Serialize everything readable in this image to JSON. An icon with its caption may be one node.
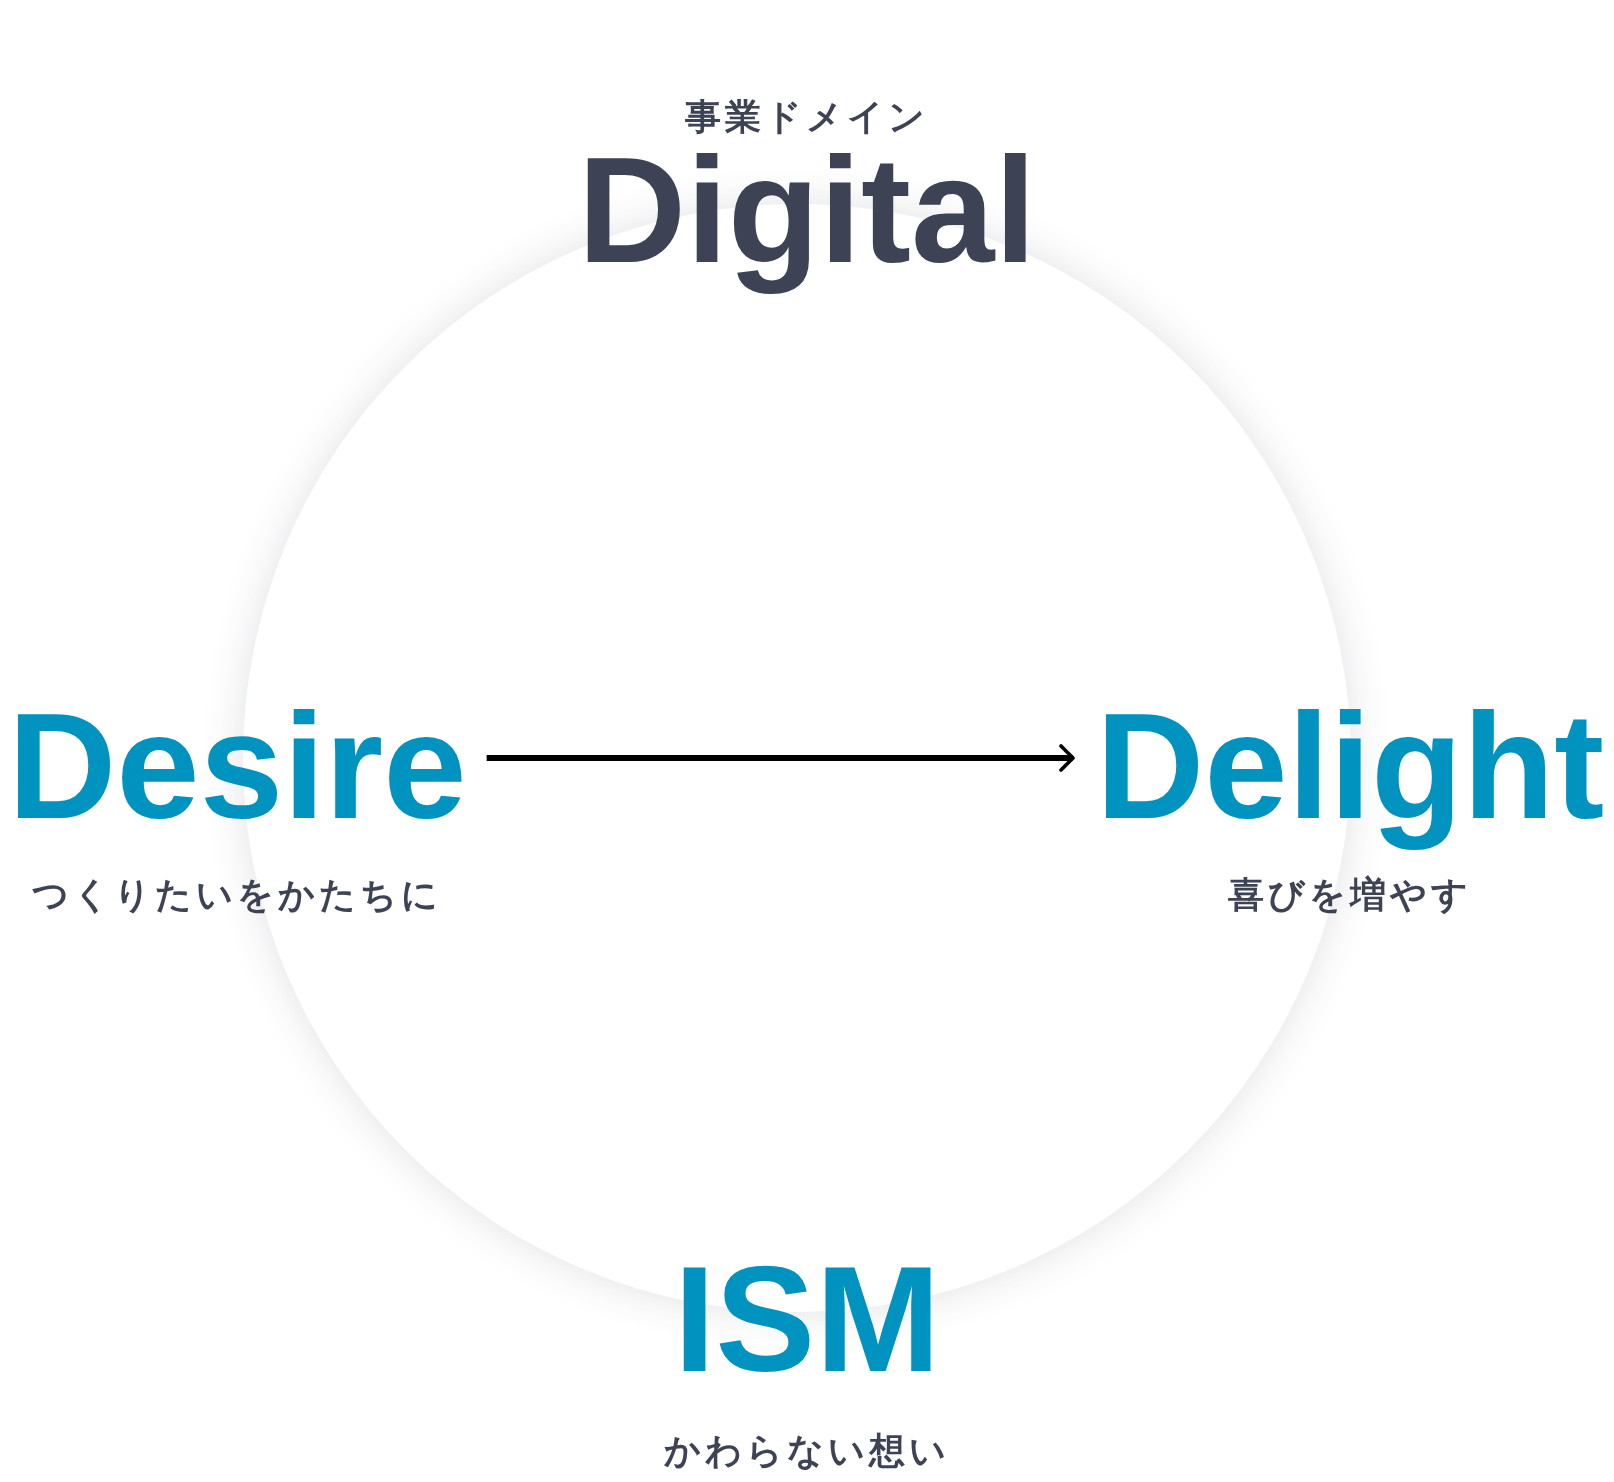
{
  "diagram": {
    "nodes": [
      {
        "text": [
          "事業ドメイン",
          "Digital"
        ]
      },
      {
        "text": [
          "Desire",
          "つくりたいをかたちに"
        ]
      },
      {
        "text": [
          "Delight",
          "喜びを増やす"
        ]
      },
      {
        "text": [
          "ISM",
          "かわらない想い"
        ]
      }
    ],
    "edges": [
      {
        "from": 1,
        "to": 2,
        "arrow": "to"
      }
    ]
  }
}
